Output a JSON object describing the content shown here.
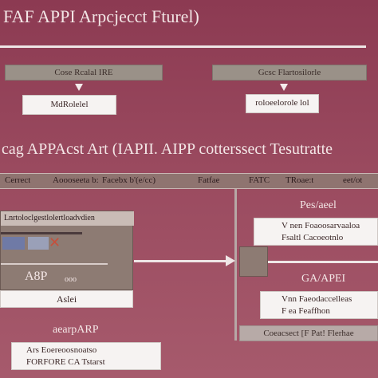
{
  "header": {
    "title": "FAF APPI Arpcjecct Fturel)"
  },
  "top_section": {
    "left_gray": "Cose Rcalal IRE",
    "right_gray": "Gcsc Flartosilorle",
    "left_white": "MdRolelel",
    "right_white": "roloeelorole lol"
  },
  "mid_title": "cag APPAcst Art (IAPII. AIPP cotterssect Tesutratte",
  "column_bar": {
    "c1": "Cerrect",
    "c2": "Aoooseeta b:",
    "c3": "Facebx b'(e/cc)",
    "c4": "Fatfae",
    "c5": "FATC",
    "c6": "TRoae:t",
    "c7": "eet/ot"
  },
  "left_panel": {
    "heading": "Lnrtoloclgestlolertloadvdien",
    "label": "A8P",
    "sub": "ooo",
    "white": "Aslei"
  },
  "bottom_left": {
    "label": "aearpARP",
    "box_line1": "Ars Eoereoosnoatso",
    "box_line2": "FORFORE CA Tstarst"
  },
  "right_top": {
    "label": "Pes/aeel",
    "box_line1": "V nen Foaoosarvaaloa",
    "box_line2": "Fsaltl Cacoeotnlo"
  },
  "right_mid": {
    "label": "GA/APEI",
    "box_line1": "Vnn Faeodaccelleas",
    "box_line2": "F ea Feaffhon"
  },
  "right_bottom_bar": "Coeacsect [F Pat! Flerhae",
  "colors": {
    "background": "#9a4a5f",
    "panel": "#8d7b73",
    "box_gray": "#9a9188",
    "box_white": "#f6f3f2",
    "accent_x": "#c5503c"
  }
}
